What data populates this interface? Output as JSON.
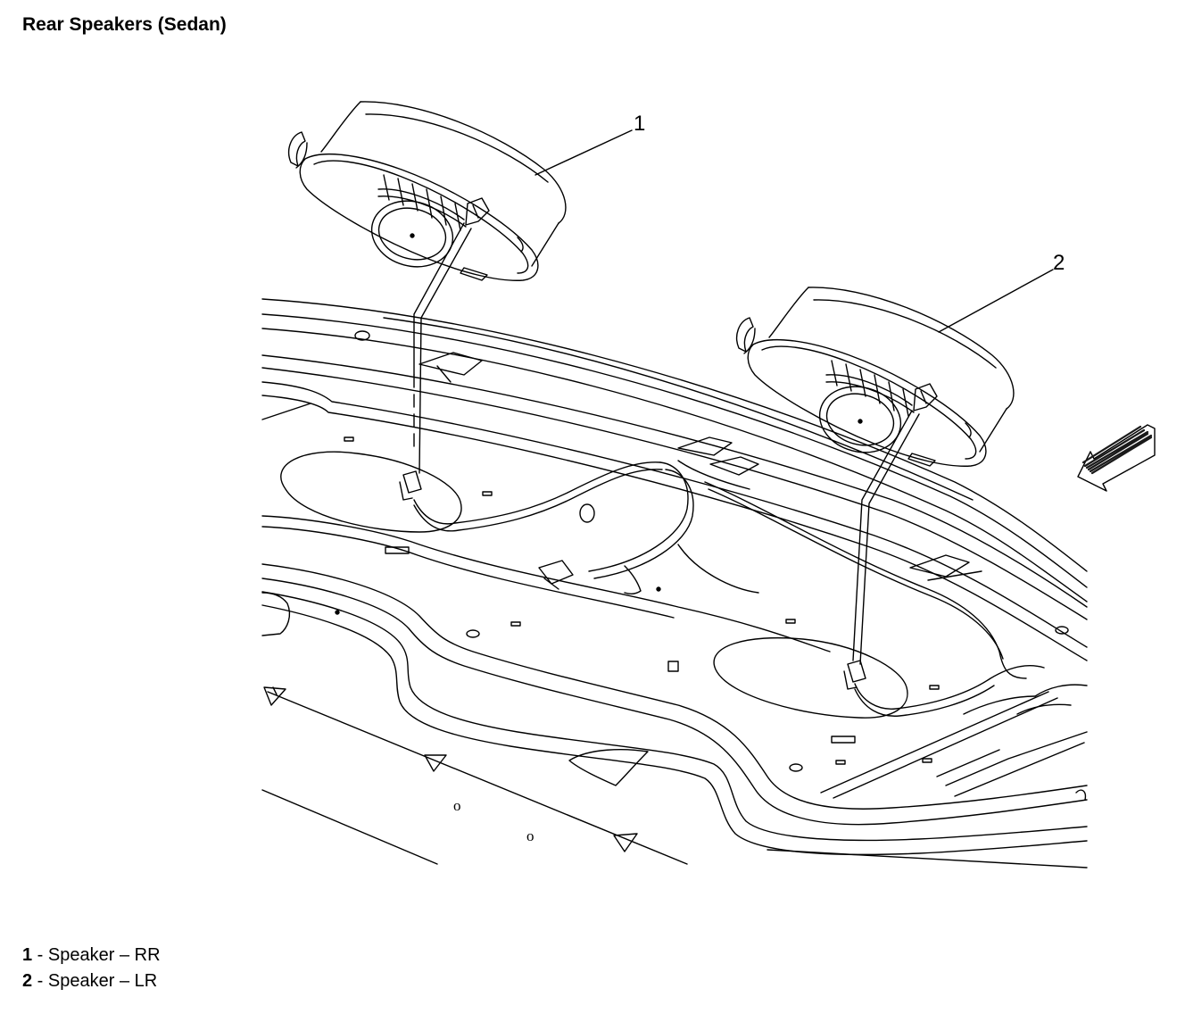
{
  "title": "Rear Speakers (Sedan)",
  "callouts": [
    "1",
    "2"
  ],
  "legend": [
    {
      "num": "1",
      "sep": " - ",
      "label": "Speaker – RR"
    },
    {
      "num": "2",
      "sep": " - ",
      "label": "Speaker – LR"
    }
  ],
  "panel_marks": [
    "o",
    "o"
  ],
  "colors": {
    "line": "#000000",
    "background": "#ffffff",
    "arrow_fill": "#1a1a1a"
  }
}
